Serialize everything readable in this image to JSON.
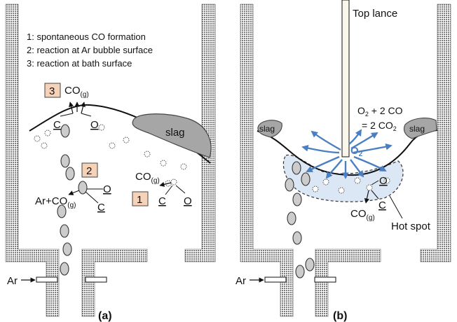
{
  "panel_a": {
    "legend": [
      "1: spontaneous CO formation",
      "2: reaction at Ar bubble surface",
      "3: reaction at bath surface"
    ],
    "badges": [
      "3",
      "2",
      "1"
    ],
    "co_gas_main": "CO",
    "sub_g": "(g)",
    "c_label": "C",
    "o_label": "O",
    "slag_label": "slag",
    "ar_co_label": "Ar+CO",
    "ar_label": "Ar",
    "caption": "(a)"
  },
  "panel_b": {
    "top_lance_label": "Top lance",
    "reaction_line1": "O",
    "reaction_sub2": "2",
    "reaction_line1b": " + 2 CO",
    "reaction_line2": "= 2 CO",
    "o2_label": "O",
    "slag_left": "slag",
    "slag_right": "slag",
    "c_label": "C",
    "o_label": "O",
    "co_label": "CO",
    "sub_g": "(g)",
    "hot_spot_label": "Hot spot",
    "ar_label": "Ar",
    "caption": "(b)"
  },
  "colors": {
    "wall_pattern": "#8a8a8a",
    "slag": "#a6a6a6",
    "badge": "#f6d2b8",
    "oxygen_arrows": "#4a7fc1",
    "hot_spot_fill": "#dce7f5",
    "bubble": "#cccccc"
  }
}
